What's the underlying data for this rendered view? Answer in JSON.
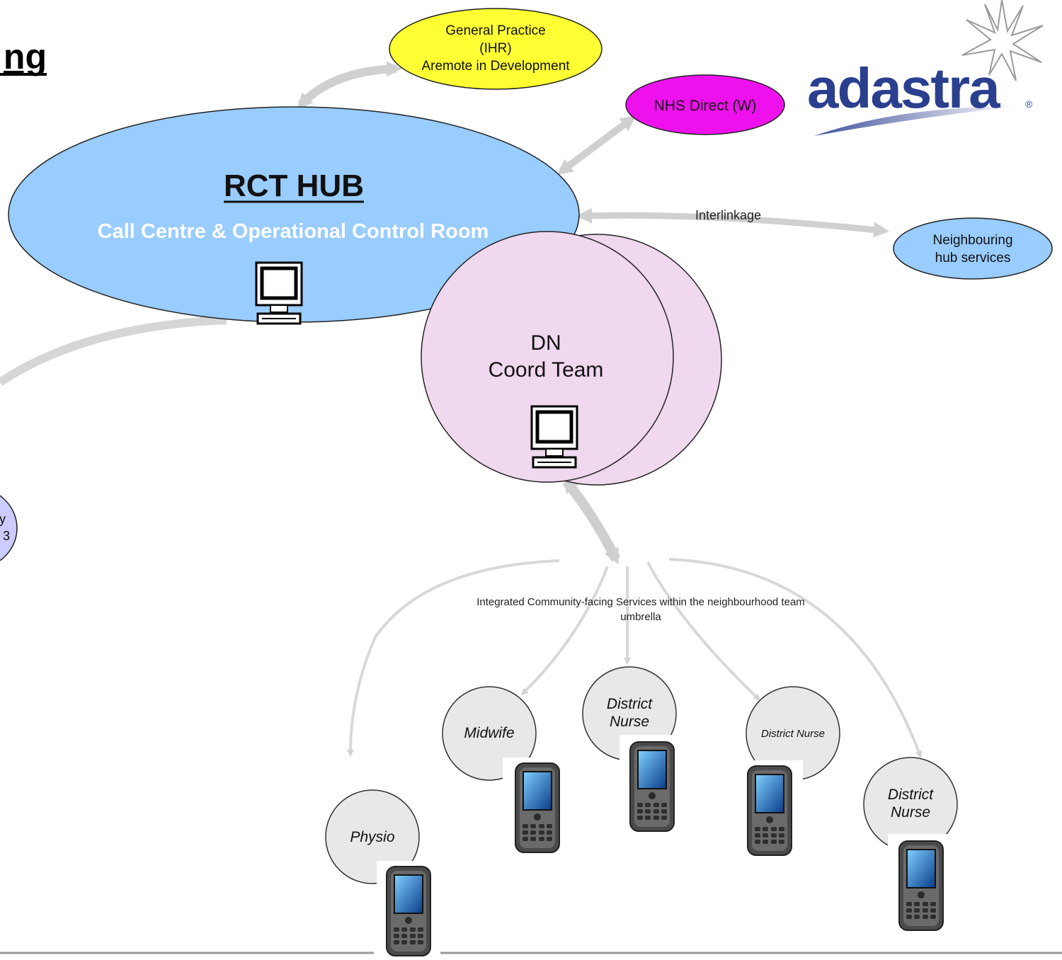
{
  "page": {
    "title_fragment": "ng"
  },
  "logo": {
    "text_prefix": "ad",
    "text_suffix": "astra",
    "mark": "®"
  },
  "nodes": {
    "general_practice": {
      "line1": "General Practice",
      "line2": "(IHR)",
      "line3": "Aremote in Development",
      "color": "#ffff33"
    },
    "nhs_direct": {
      "label": "NHS Direct (W)",
      "color": "#ee11ee"
    },
    "rct_hub": {
      "title": "RCT HUB",
      "subtitle": "Call  Centre & Operational Control Room",
      "color": "#99ccff"
    },
    "neighbouring": {
      "line1": "Neighbouring",
      "line2": "hub services",
      "color": "#99ccff"
    },
    "dn_coord": {
      "line1": "DN",
      "line2": "Coord Team",
      "color": "#f0d8ee"
    },
    "partial_left": {
      "line1": "y",
      "line2": "3",
      "color": "#ccccff"
    }
  },
  "edges": {
    "interlinkage_label": "Interlinkage",
    "community_label_line1": "Integrated Community-facing Services within the neighbourhood team",
    "community_label_line2": "umbrella"
  },
  "staff": [
    {
      "line1": "Physio",
      "line2": ""
    },
    {
      "line1": "Midwife",
      "line2": ""
    },
    {
      "line1": "District",
      "line2": "Nurse"
    },
    {
      "line1": "District Nurse",
      "line2": ""
    },
    {
      "line1": "District",
      "line2": "Nurse"
    }
  ],
  "icons": [
    "computer-terminal-icon",
    "handheld-pda-icon",
    "adastra-star-icon"
  ],
  "colors": {
    "arrow": "#d6d6d6",
    "staff_bubble": "#e8e8e8",
    "logo_blue": "#2b3f8f",
    "rule": "#999999"
  }
}
